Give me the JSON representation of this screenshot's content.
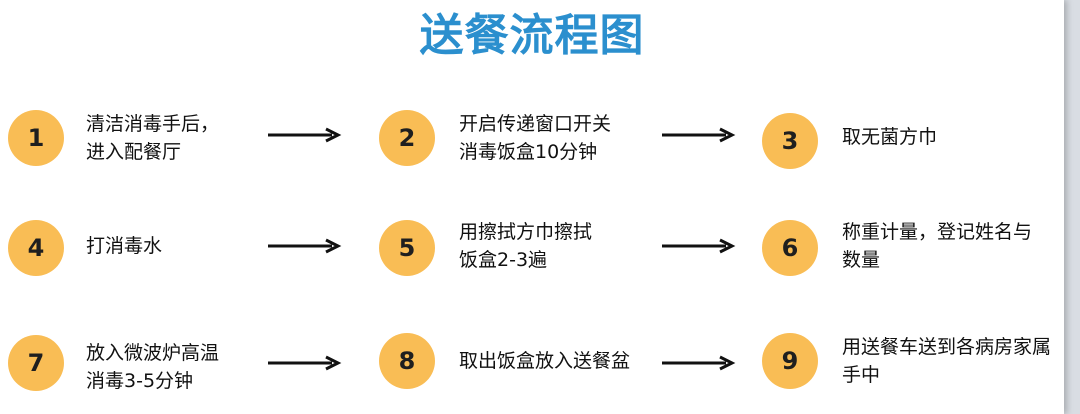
{
  "diagram": {
    "title": "送餐流程图",
    "steps": [
      {
        "num": "1",
        "lines": [
          "清洁消毒手后，",
          "进入配餐厅"
        ]
      },
      {
        "num": "2",
        "lines": [
          "开启传递窗口开关",
          "消毒饭盒10分钟"
        ]
      },
      {
        "num": "3",
        "lines": [
          "取无菌方巾"
        ]
      },
      {
        "num": "4",
        "lines": [
          "打消毒水"
        ]
      },
      {
        "num": "5",
        "lines": [
          "用擦拭方巾擦拭",
          "饭盒2-3遍"
        ]
      },
      {
        "num": "6",
        "lines": [
          "称重计量，登记姓名与",
          "数量"
        ]
      },
      {
        "num": "7",
        "lines": [
          "放入微波炉高温",
          "消毒3-5分钟"
        ]
      },
      {
        "num": "8",
        "lines": [
          "取出饭盒放入送餐盆"
        ]
      },
      {
        "num": "9",
        "lines": [
          "用送餐车送到各病房家属",
          "手中"
        ]
      }
    ]
  },
  "colors": {
    "title": "#2b8fce",
    "badge": "#f9bd55",
    "arrow": "#111111",
    "text": "#111111"
  },
  "icons": {
    "arrow": "arrow-right-icon"
  }
}
